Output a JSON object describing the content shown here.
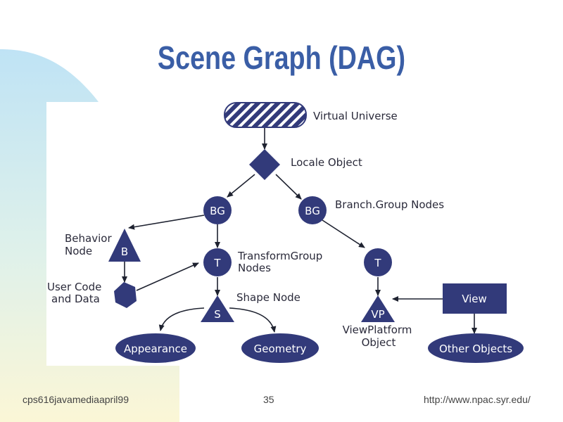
{
  "slide": {
    "title": "Scene Graph (DAG)"
  },
  "diagram": {
    "node_color": "#323a7a",
    "nodes": {
      "virtual_universe": "Virtual Universe",
      "locale_object": "Locale Object",
      "bg_left": "BG",
      "bg_right": "BG",
      "branchgroup_label": "Branch.Group Nodes",
      "behavior_node_line1": "Behavior",
      "behavior_node_line2": "Node",
      "behavior_symbol": "B",
      "user_code_line1": "User Code",
      "user_code_line2": "and Data",
      "t_left": "T",
      "t_right": "T",
      "transformgroup_line1": "TransformGroup",
      "transformgroup_line2": "Nodes",
      "shape_label": "Shape Node",
      "shape_symbol": "S",
      "vp_symbol": "VP",
      "viewplatform_line1": "ViewPlatform",
      "viewplatform_line2": "Object",
      "view": "View",
      "appearance": "Appearance",
      "geometry": "Geometry",
      "other_objects": "Other Objects"
    }
  },
  "footer": {
    "left": "cps616javamediaapril99",
    "center": "35",
    "right": "http://www.npac.syr.edu/"
  }
}
